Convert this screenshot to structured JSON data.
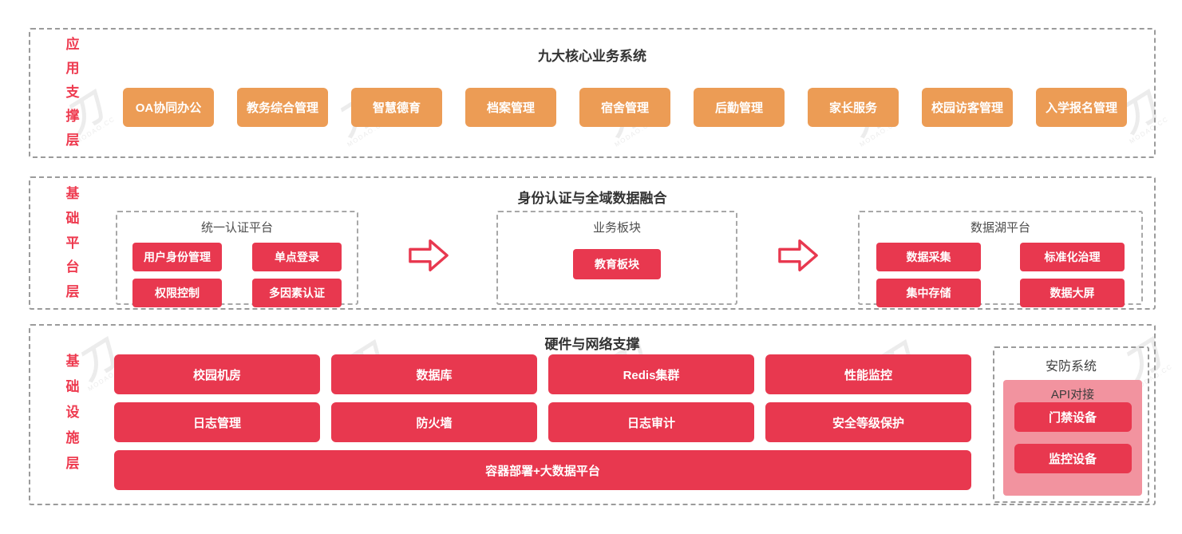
{
  "colors": {
    "node_red": "#E8384F",
    "node_orange": "#EC9C55",
    "pink_panel": "#F2939F",
    "layer_label_red": "#EE3A4F",
    "dashed_border": "#9B9B9B",
    "title_dark": "#333333"
  },
  "icons": {
    "flow_arrow": "⇨"
  },
  "watermark": {
    "glyph": "刀",
    "text": "MODAO.CC"
  },
  "app_layer": {
    "label_chars": [
      "应",
      "用",
      "支",
      "撑",
      "层"
    ],
    "title": "九大核心业务系统",
    "buttons": [
      "OA协同办公",
      "教务综合管理",
      "智慧德育",
      "档案管理",
      "宿舍管理",
      "后勤管理",
      "家长服务",
      "校园访客管理",
      "入学报名管理"
    ]
  },
  "platform_layer": {
    "label_chars": [
      "基",
      "础",
      "平",
      "台",
      "层"
    ],
    "title": "身份认证与全域数据融合",
    "auth_group": {
      "title": "统一认证平台",
      "buttons": [
        "用户身份管理",
        "单点登录",
        "权限控制",
        "多因素认证"
      ]
    },
    "business_group": {
      "title": "业务板块",
      "buttons": [
        "教育板块"
      ]
    },
    "datalake_group": {
      "title": "数据湖平台",
      "buttons": [
        "数据采集",
        "标准化治理",
        "集中存储",
        "数据大屏"
      ]
    }
  },
  "infra_layer": {
    "label_chars": [
      "基",
      "础",
      "设",
      "施",
      "层"
    ],
    "title": "硬件与网络支撑",
    "grid_buttons": [
      "校园机房",
      "数据库",
      "Redis集群",
      "性能监控",
      "日志管理",
      "防火墙",
      "日志审计",
      "安全等级保护"
    ],
    "wide_button": "容器部署+大数据平台",
    "security": {
      "title": "安防系统",
      "subtitle": "API对接",
      "buttons": [
        "门禁设备",
        "监控设备"
      ]
    }
  }
}
